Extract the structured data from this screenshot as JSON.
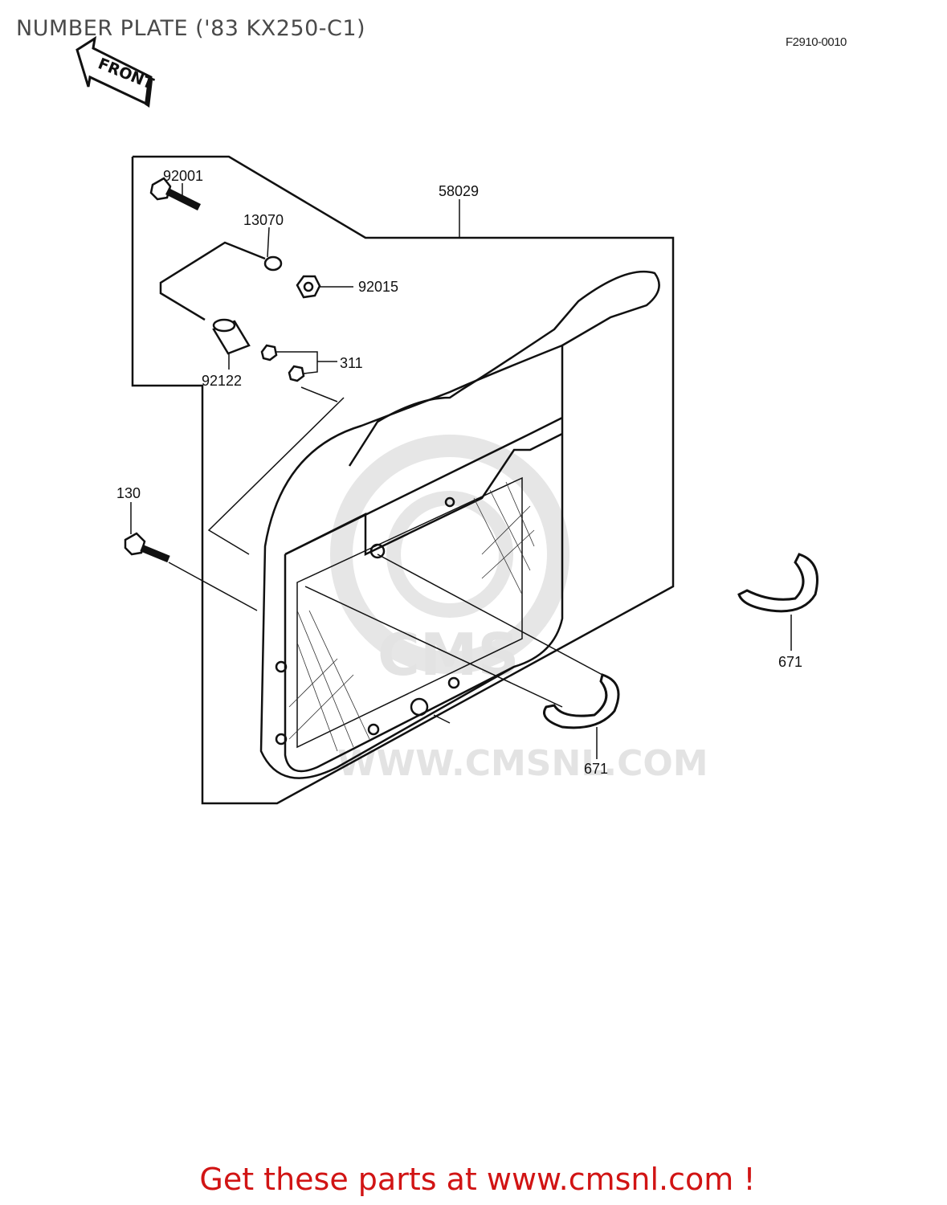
{
  "header": {
    "title": "NUMBER PLATE ('83 KX250-C1)",
    "figure_code": "F2910-0010"
  },
  "diagram": {
    "front_arrow_label": "FRONT",
    "watermark": "WWW.CMSNL.COM",
    "parts": {
      "p92001": "92001",
      "p58029": "58029",
      "p13070": "13070",
      "p92015": "92015",
      "p311": "311",
      "p92122": "92122",
      "p130": "130",
      "p671a": "671",
      "p671b": "671"
    }
  },
  "footer": {
    "promo": "Get these parts at www.cmsnl.com !"
  }
}
